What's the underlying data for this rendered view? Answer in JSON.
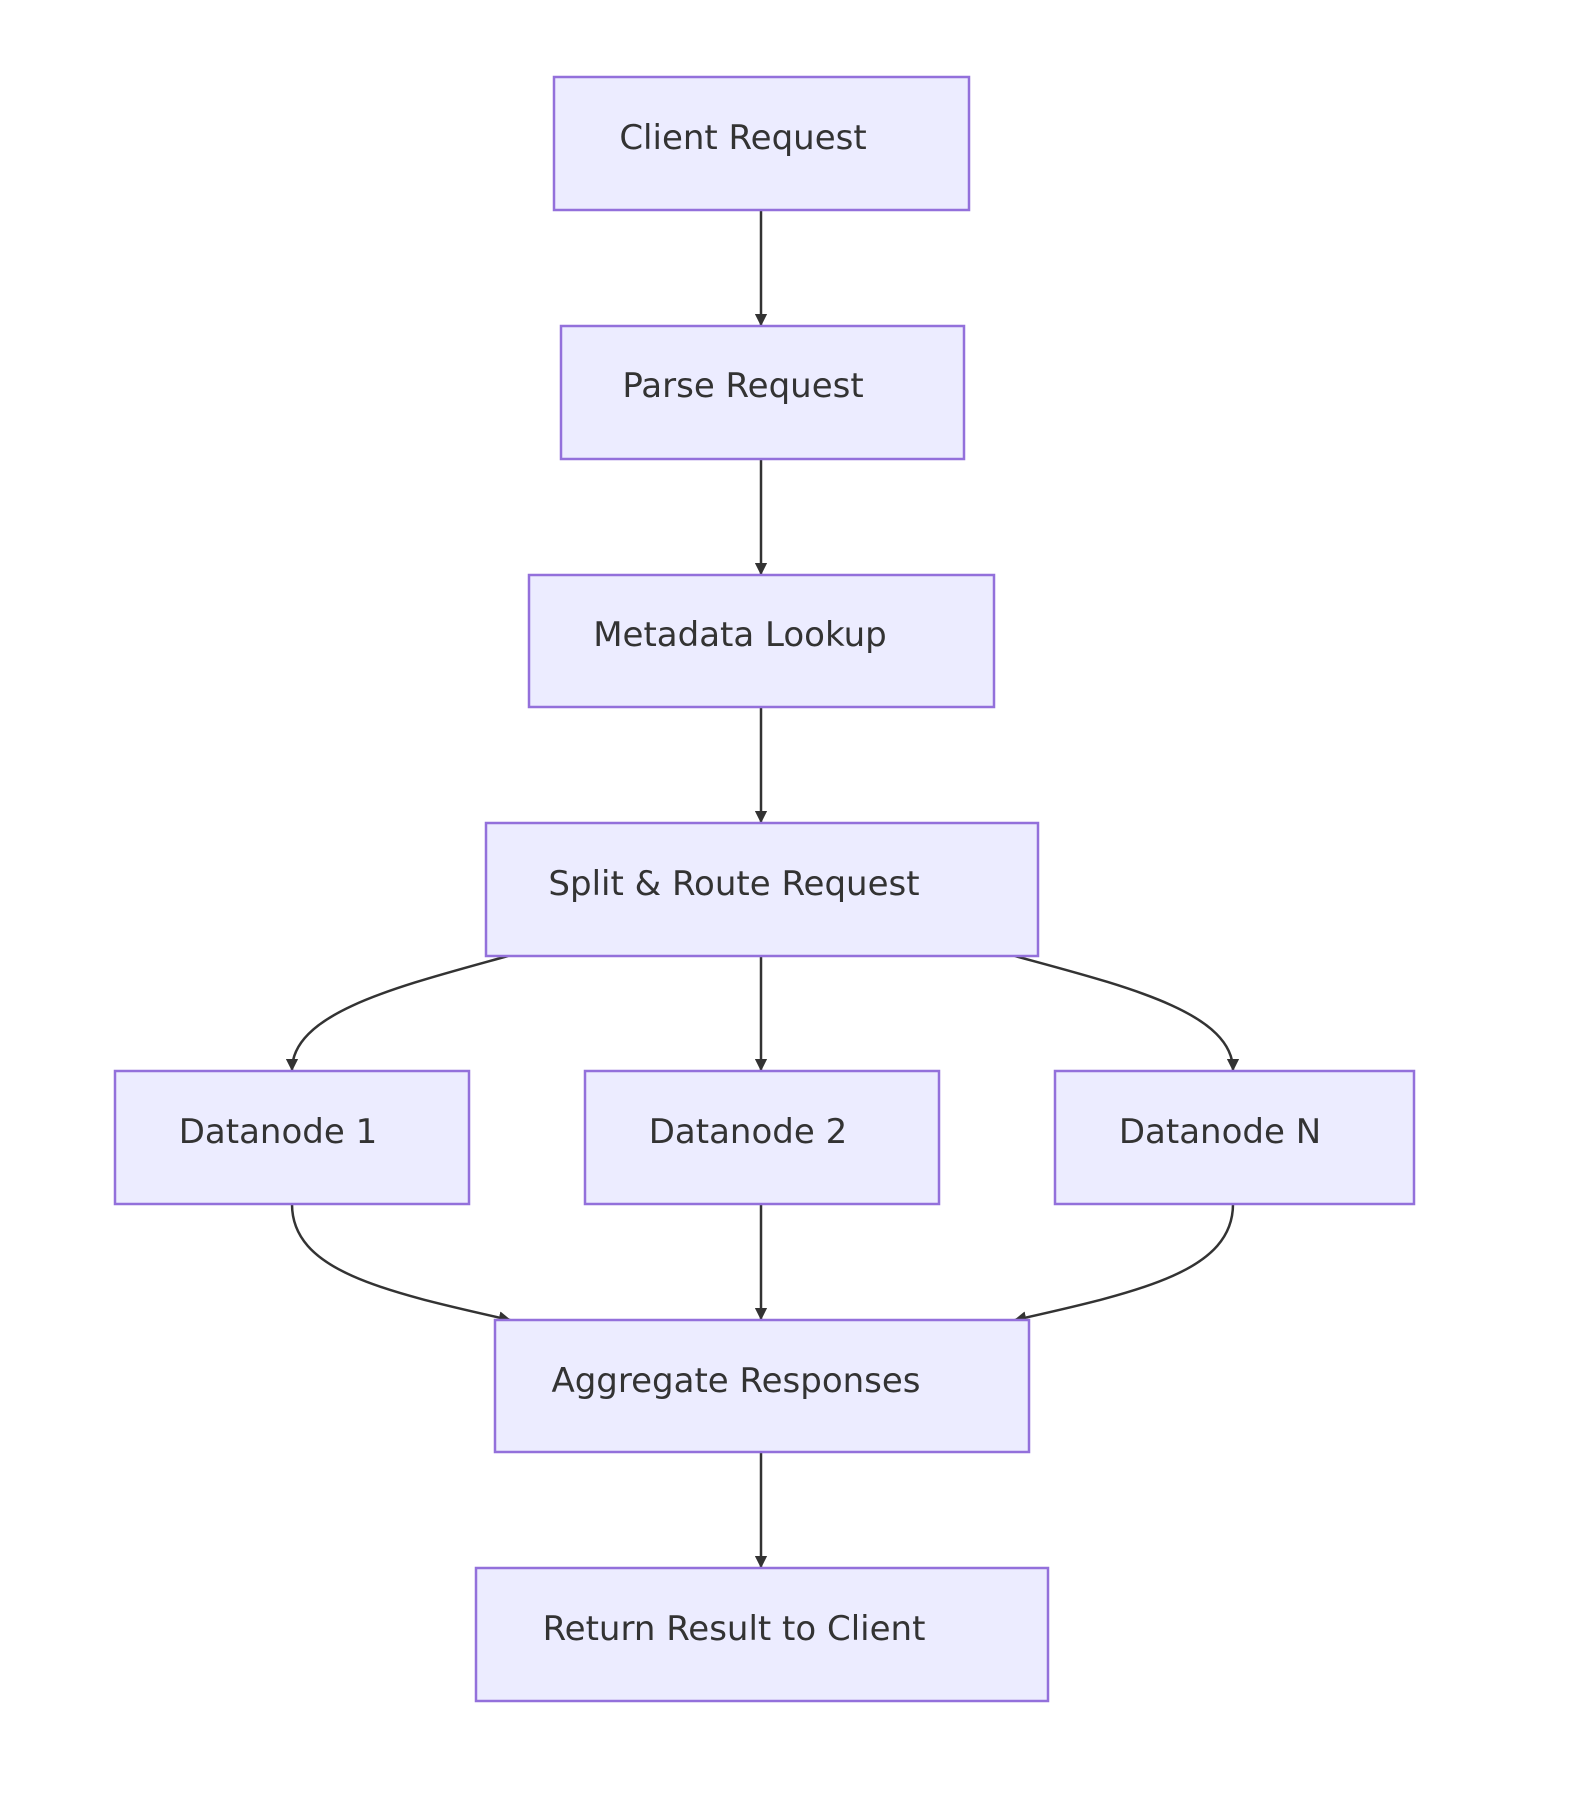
{
  "diagram": {
    "type": "flowchart",
    "direction": "top-down",
    "colors": {
      "node_fill": "#ECECFF",
      "node_stroke": "#9370DB",
      "edge": "#333333",
      "text": "#333333",
      "background": "#FFFFFF"
    },
    "nodes": [
      {
        "id": "client_request",
        "label": "Client Request"
      },
      {
        "id": "parse_request",
        "label": "Parse Request"
      },
      {
        "id": "metadata_lookup",
        "label": "Metadata Lookup"
      },
      {
        "id": "split_route",
        "label": "Split & Route Request"
      },
      {
        "id": "datanode_1",
        "label": "Datanode 1"
      },
      {
        "id": "datanode_2",
        "label": "Datanode 2"
      },
      {
        "id": "datanode_n",
        "label": "Datanode N"
      },
      {
        "id": "aggregate",
        "label": "Aggregate Responses"
      },
      {
        "id": "return_result",
        "label": "Return Result to Client"
      }
    ],
    "edges": [
      {
        "from": "client_request",
        "to": "parse_request"
      },
      {
        "from": "parse_request",
        "to": "metadata_lookup"
      },
      {
        "from": "metadata_lookup",
        "to": "split_route"
      },
      {
        "from": "split_route",
        "to": "datanode_1"
      },
      {
        "from": "split_route",
        "to": "datanode_2"
      },
      {
        "from": "split_route",
        "to": "datanode_n"
      },
      {
        "from": "datanode_1",
        "to": "aggregate"
      },
      {
        "from": "datanode_2",
        "to": "aggregate"
      },
      {
        "from": "datanode_n",
        "to": "aggregate"
      },
      {
        "from": "aggregate",
        "to": "return_result"
      }
    ]
  }
}
